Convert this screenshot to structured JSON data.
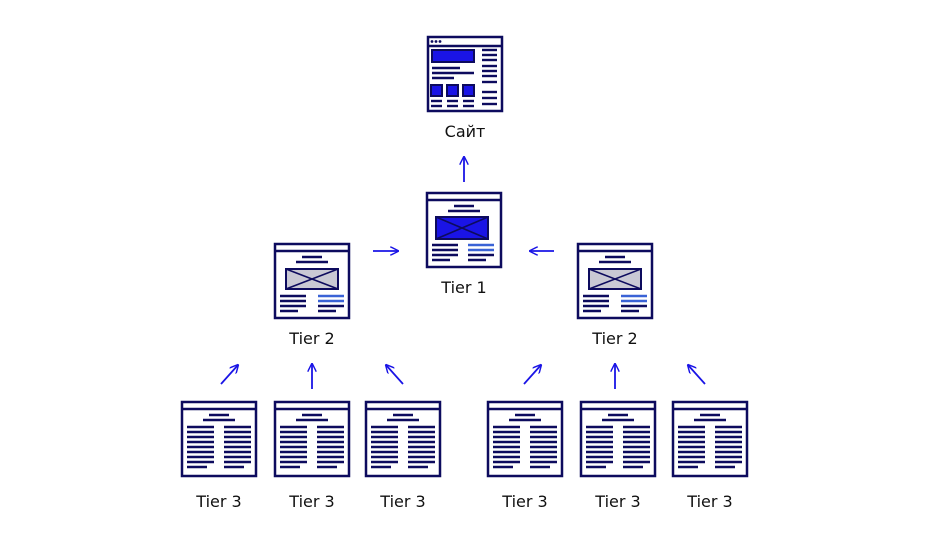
{
  "colors": {
    "outline": "#0d0b5e",
    "accent": "#1a14e6",
    "accent_light": "#3a63d6",
    "image_fill": "#c9c9d4",
    "arrow": "#1a14e6"
  },
  "nodes": {
    "site": {
      "label": "Сайт",
      "icon": "website-layout-icon"
    },
    "tier1": {
      "label": "Tier 1",
      "icon": "page-with-image-icon"
    },
    "tier2_left": {
      "label": "Tier 2",
      "icon": "page-with-image-icon"
    },
    "tier2_right": {
      "label": "Tier 2",
      "icon": "page-with-image-icon"
    },
    "tier3": [
      {
        "label": "Tier 3",
        "icon": "text-page-icon"
      },
      {
        "label": "Tier 3",
        "icon": "text-page-icon"
      },
      {
        "label": "Tier 3",
        "icon": "text-page-icon"
      },
      {
        "label": "Tier 3",
        "icon": "text-page-icon"
      },
      {
        "label": "Tier 3",
        "icon": "text-page-icon"
      },
      {
        "label": "Tier 3",
        "icon": "text-page-icon"
      }
    ]
  },
  "arrows": [
    {
      "from": "tier1",
      "to": "site"
    },
    {
      "from": "tier2_left",
      "to": "tier1"
    },
    {
      "from": "tier2_right",
      "to": "tier1"
    },
    {
      "from": "tier3.0",
      "to": "tier2_left"
    },
    {
      "from": "tier3.1",
      "to": "tier2_left"
    },
    {
      "from": "tier3.2",
      "to": "tier2_left"
    },
    {
      "from": "tier3.3",
      "to": "tier2_right"
    },
    {
      "from": "tier3.4",
      "to": "tier2_right"
    },
    {
      "from": "tier3.5",
      "to": "tier2_right"
    }
  ]
}
